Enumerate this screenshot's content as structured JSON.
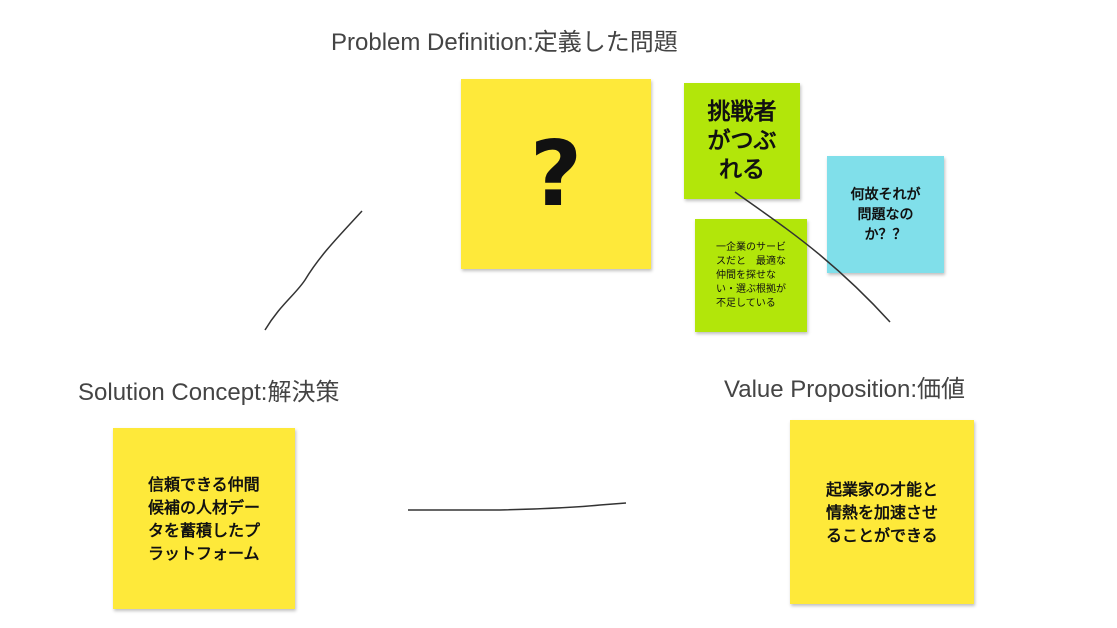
{
  "sections": {
    "problem_title": "Problem Definition:定義した問題",
    "solution_title": "Solution Concept:解決策",
    "value_title": "Value Proposition:価値"
  },
  "notes": {
    "problem_main": "?",
    "challenger": "挑戦者\nがつぶ\nれる",
    "why": "何故それが\n問題なの\nか？？",
    "single_company": "一企業のサービ\nスだと　最適な\n仲間を探せな\nい・選ぶ根拠が\n不足している",
    "solution": "信頼できる仲間\n候補の人材デー\nタを蓄積したプ\nラットフォーム",
    "value": "起業家の才能と\n情熱を加速させ\nることができる"
  },
  "colors": {
    "yellow": "#fee93a",
    "green": "#b2e60a",
    "cyan": "#80dfea"
  }
}
